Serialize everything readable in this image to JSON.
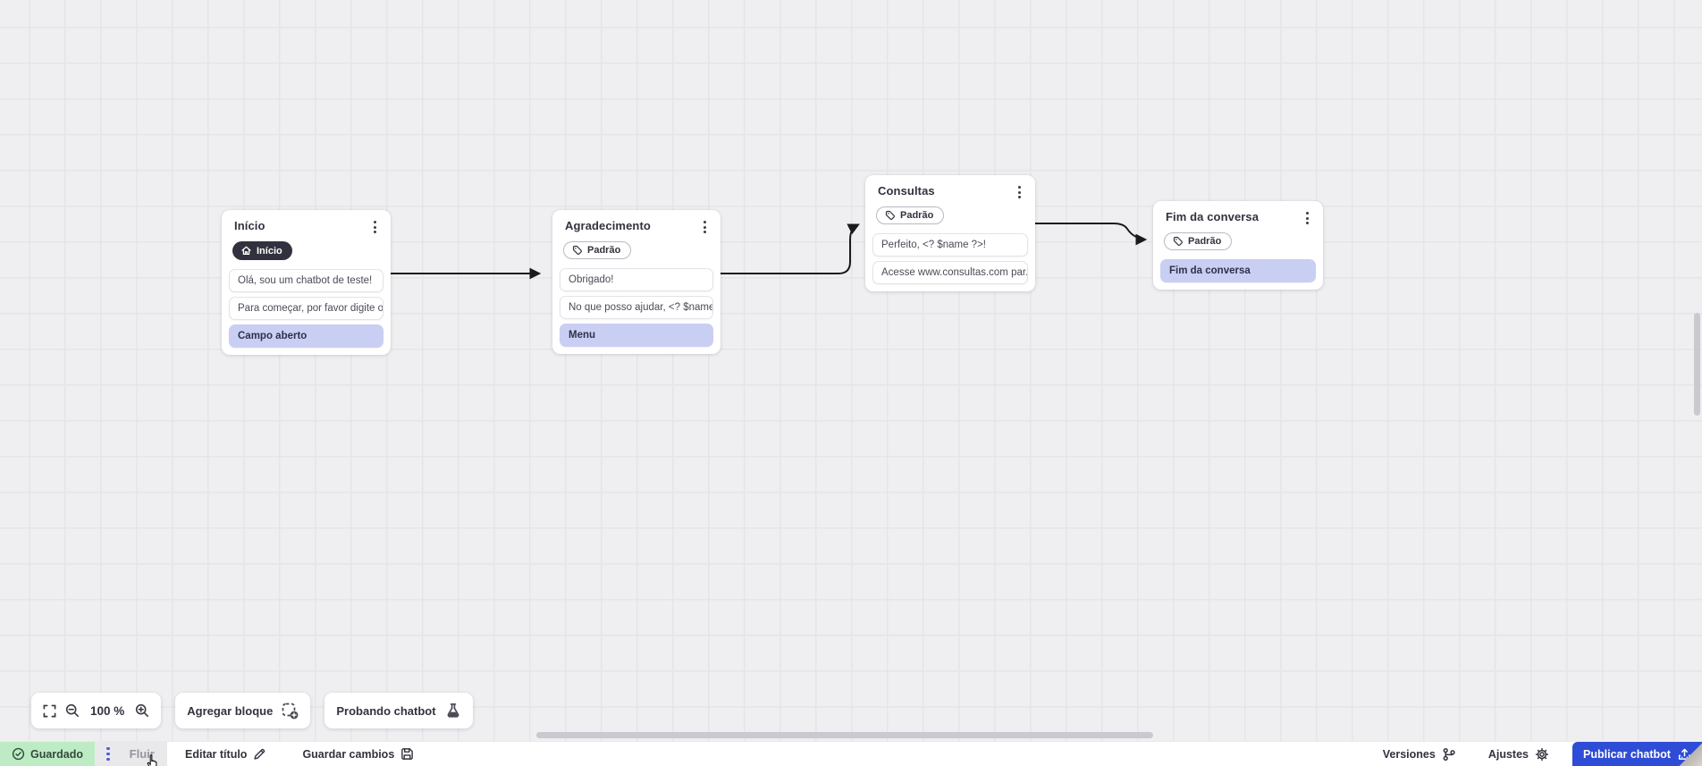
{
  "flow": {
    "nodes": [
      {
        "title": "Início",
        "badge": {
          "label": "Início",
          "icon": "home-icon",
          "style": "dark"
        },
        "items": [
          {
            "text": "Olá, sou um chatbot de teste!",
            "style": "plain"
          },
          {
            "text": "Para começar, por favor digite o ...",
            "style": "plain"
          },
          {
            "text": "Campo aberto",
            "style": "highlight"
          }
        ]
      },
      {
        "title": "Agradecimento",
        "badge": {
          "label": "Padrão",
          "icon": "tag-icon",
          "style": "outline"
        },
        "items": [
          {
            "text": "Obrigado!",
            "style": "plain"
          },
          {
            "text": "No que posso ajudar, <? $name ...",
            "style": "plain"
          },
          {
            "text": "Menu",
            "style": "highlight"
          }
        ]
      },
      {
        "title": "Consultas",
        "badge": {
          "label": "Padrão",
          "icon": "tag-icon",
          "style": "outline"
        },
        "items": [
          {
            "text": "Perfeito, <? $name ?>!",
            "style": "plain"
          },
          {
            "text": "Acesse www.consultas.com par...",
            "style": "plain"
          }
        ]
      },
      {
        "title": "Fim da conversa",
        "badge": {
          "label": "Padrão",
          "icon": "tag-icon",
          "style": "outline"
        },
        "items": [
          {
            "text": "Fim da conversa",
            "style": "highlight"
          }
        ]
      }
    ]
  },
  "toolbar": {
    "zoom_level": "100 %",
    "add_block": "Agregar bloque",
    "test_chatbot": "Probando chatbot"
  },
  "footer": {
    "saved": "Guardado",
    "flow_tab": "Fluir",
    "edit_title": "Editar título",
    "save_changes": "Guardar cambios",
    "versions": "Versiones",
    "settings": "Ajustes",
    "publish": "Publicar chatbot"
  },
  "colors": {
    "accent_blue": "#2e4cd5",
    "highlight_lavender": "#c9cef3",
    "saved_green_bg": "#bdecc4",
    "badge_dark": "#32323e",
    "arrow": "#1a1a1a"
  }
}
